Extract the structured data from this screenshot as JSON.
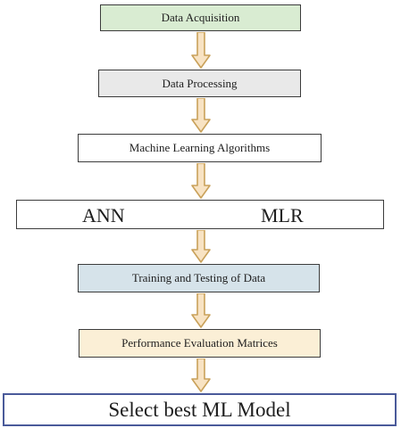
{
  "flowchart": {
    "steps": [
      {
        "label": "Data Acquisition"
      },
      {
        "label": "Data Processing"
      },
      {
        "label": "Machine Learning Algorithms"
      },
      {
        "label": "Training and Testing of Data"
      },
      {
        "label": "Performance Evaluation Matrices"
      },
      {
        "label": "Select best ML Model"
      }
    ],
    "algorithms": [
      "ANN",
      "MLR"
    ]
  },
  "colors": {
    "acquisition_fill": "#d9ecd2",
    "processing_fill": "#e9e9e9",
    "training_fill": "#d6e3ea",
    "performance_fill": "#fbefd6",
    "arrow_fill": "#f8e3c3",
    "arrow_stroke": "#c9a15a",
    "final_border": "#4a5a9a"
  }
}
